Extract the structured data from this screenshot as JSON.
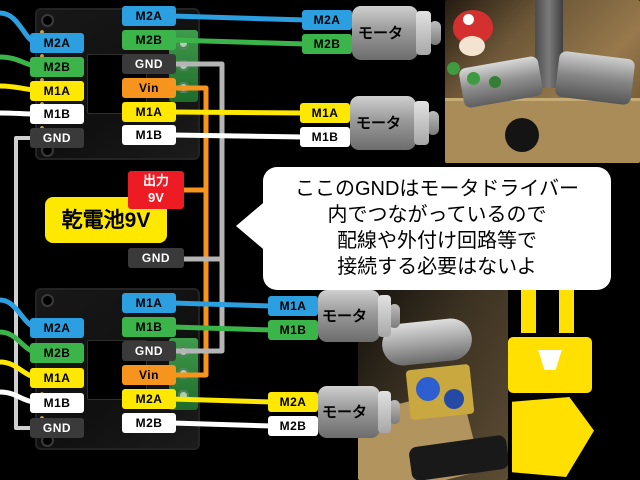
{
  "palette": {
    "blue": "#2b9fe0",
    "green": "#3bb54a",
    "yellow": "#ffe800",
    "white": "#ffffff",
    "dark_gray": "#3a3a3a",
    "orange": "#f7941e",
    "red": "#ed1c24",
    "wire_gray": "#b5b5b5",
    "background": "#000000"
  },
  "top_driver": {
    "left_pins": [
      "M2A",
      "M2B",
      "M1A",
      "M1B",
      "GND"
    ],
    "right_pins": [
      "M2A",
      "M2B",
      "GND",
      "Vin",
      "M1A",
      "M1B"
    ]
  },
  "bottom_driver": {
    "left_pins": [
      "M2A",
      "M2B",
      "M1A",
      "M1B",
      "GND"
    ],
    "right_pins": [
      "M1A",
      "M1B",
      "GND",
      "Vin",
      "M2A",
      "M2B"
    ]
  },
  "motors": {
    "top_m2": {
      "label": "モータ",
      "pin1": "M2A",
      "pin2": "M2B"
    },
    "top_m1": {
      "label": "モータ",
      "pin1": "M1A",
      "pin2": "M1B"
    },
    "bottom_m1": {
      "label": "モータ",
      "pin1": "M1A",
      "pin2": "M1B"
    },
    "bottom_m2": {
      "label": "モータ",
      "pin1": "M2A",
      "pin2": "M2B"
    }
  },
  "battery": {
    "label": "乾電池9V",
    "output_line1": "出力",
    "output_line2": "9V",
    "gnd": "GND"
  },
  "callout": {
    "line1": "ここのGNDはモータドライバー",
    "line2": "内でつながっているので",
    "line3": "配線や外付け回路等で",
    "line4": "接続する必要はないよ"
  }
}
